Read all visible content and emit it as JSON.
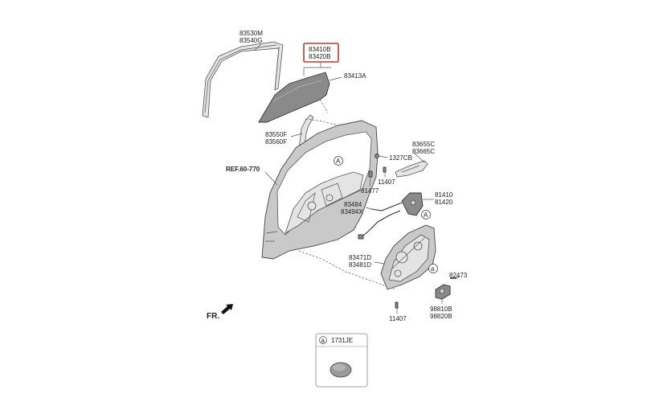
{
  "diagram": {
    "labels": {
      "run_channel": [
        "83530M",
        "83540G"
      ],
      "glass_highlight": [
        "83410B",
        "83420B"
      ],
      "glass_seal": "83413A",
      "weatherstrip": [
        "83550F",
        "83560F"
      ],
      "reference": "REF.60-770",
      "bolt_1327": "1327CB",
      "bolt_11407_top": "11407",
      "clip_81477": "81477",
      "handle": [
        "83655C",
        "83665C"
      ],
      "latch": [
        "81410",
        "81420"
      ],
      "cable": [
        "83484",
        "83494X"
      ],
      "module": [
        "83471D",
        "83481D"
      ],
      "screw_82473": "82473",
      "motor": [
        "98810B",
        "98820B"
      ],
      "bolt_11407_bottom": "11407",
      "callout_a": "A",
      "callout_a_lower": "A",
      "callout_a_small": "a",
      "front_indicator": "FR."
    },
    "legend": {
      "marker": "a",
      "part_number": "1731JE"
    },
    "colors": {
      "highlight": "#c0392b",
      "line": "#555555",
      "part_fill": "#c9c9c9",
      "dark_fill": "#8a8a8a"
    }
  }
}
